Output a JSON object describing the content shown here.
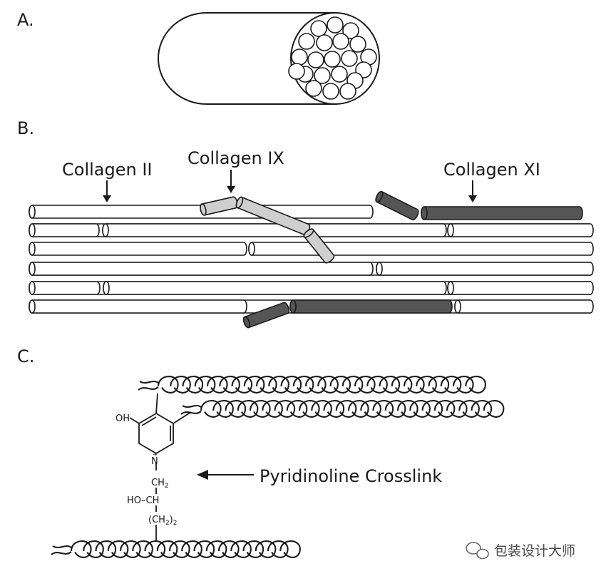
{
  "panels": {
    "a": {
      "letter": "A."
    },
    "b": {
      "letter": "B.",
      "labels": {
        "collagen_ii": "Collagen II",
        "collagen_ix": "Collagen IX",
        "collagen_xi": "Collagen XI"
      }
    },
    "c": {
      "letter": "C.",
      "crosslink_label": "Pyridinoline Crosslink",
      "chemistry": {
        "oh": "OH",
        "n": "N",
        "plus": "+",
        "ch2": "CH",
        "sub2": "2",
        "ho_ch": "HO–CH",
        "ch2_chain": "(CH",
        "chain_close": ")",
        "chain_sub": "2"
      }
    }
  },
  "watermark": {
    "text": "包装设计大师",
    "icon": "wechat-icon"
  },
  "colors": {
    "stroke": "#1a1a1a",
    "light_gray": "#cfcfcf",
    "dark_gray": "#555555",
    "white": "#ffffff"
  }
}
